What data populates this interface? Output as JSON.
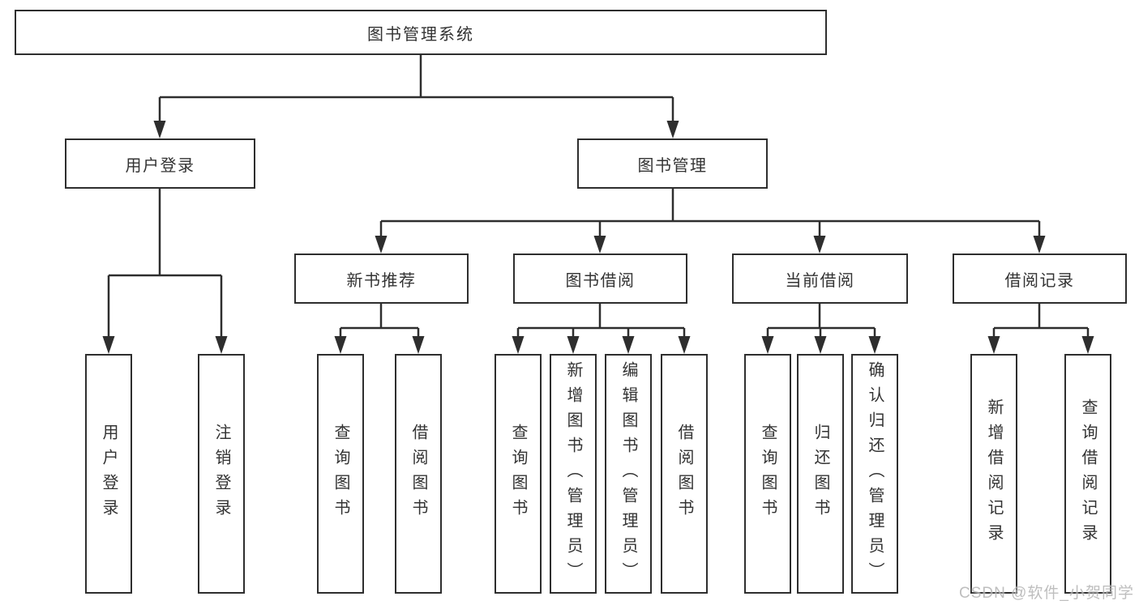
{
  "colors": {
    "line": "#2e2e2e",
    "box_border": "#2e2e2e",
    "text": "#333333",
    "background": "#ffffff",
    "watermark": "#b3b3b3"
  },
  "tree": {
    "root": {
      "label": "图书管理系统"
    },
    "branches": [
      {
        "label": "用户登录",
        "children": [
          {
            "label": "用户登录"
          },
          {
            "label": "注销登录"
          }
        ]
      },
      {
        "label": "图书管理",
        "children": [
          {
            "label": "新书推荐",
            "children": [
              {
                "label": "查询图书"
              },
              {
                "label": "借阅图书"
              }
            ]
          },
          {
            "label": "图书借阅",
            "children": [
              {
                "label": "查询图书"
              },
              {
                "label": "新增图书（管理员）"
              },
              {
                "label": "编辑图书（管理员）"
              },
              {
                "label": "借阅图书"
              }
            ]
          },
          {
            "label": "当前借阅",
            "children": [
              {
                "label": "查询图书"
              },
              {
                "label": "归还图书"
              },
              {
                "label": "确认归还（管理员）"
              }
            ]
          },
          {
            "label": "借阅记录",
            "children": [
              {
                "label": "新增借阅记录"
              },
              {
                "label": "查询借阅记录"
              }
            ]
          }
        ]
      }
    ]
  },
  "watermark": {
    "text": "CSDN @软件_小贺同学"
  }
}
